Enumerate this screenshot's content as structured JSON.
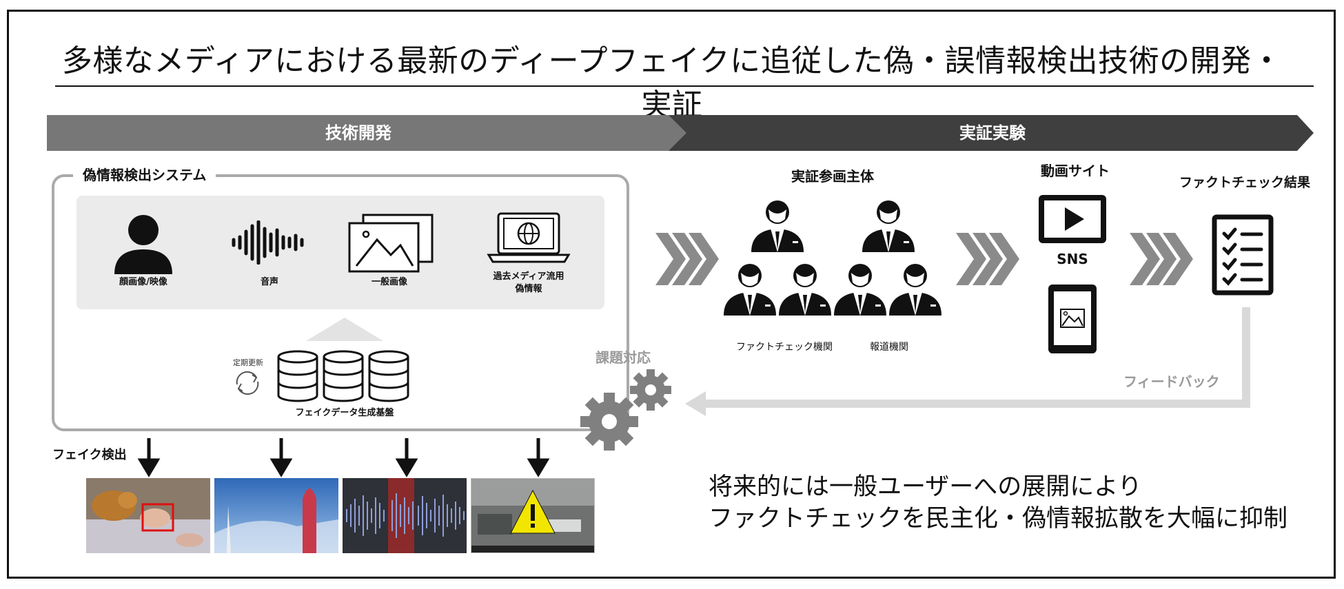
{
  "title": "多様なメディアにおける最新のディープフェイクに追従した偽・誤情報検出技術の開発・実証",
  "phases": {
    "development_label": "技術開発",
    "demonstration_label": "実証実験"
  },
  "detection_system": {
    "label": "偽情報検出システム",
    "media": [
      {
        "label": "顔画像/映像",
        "icon": "person-icon"
      },
      {
        "label": "音声",
        "icon": "waveform-icon"
      },
      {
        "label": "一般画像",
        "icon": "image-icon"
      },
      {
        "label_line1": "過去メディア流用",
        "label_line2": "偽情報",
        "icon": "laptop-globe-icon"
      }
    ],
    "periodic_update_label": "定期更新",
    "database_label": "フェイクデータ生成基盤"
  },
  "fake_detection_label": "フェイク検出",
  "participants": {
    "title": "実証参画主体",
    "factcheck_orgs_label": "ファクトチェック機関",
    "news_orgs_label": "報道機関"
  },
  "video_sites": {
    "title": "動画サイト",
    "sns_label": "SNS"
  },
  "factcheck_results_label": "ファクトチェック結果",
  "feedback_label": "フィードバック",
  "issue_response_label": "課題対応",
  "conclusion": {
    "line1": "将来的には一般ユーザーへの展開により",
    "line2": "ファクトチェックを民主化・偽情報拡散を大幅に抑制"
  },
  "colors": {
    "development_band": "#777777",
    "demonstration_band": "#3f3f3f",
    "chevron": "#8a8a8a",
    "feedback_arrow": "#d9d9d9",
    "gear": "#808080",
    "warning": "#f2e600"
  }
}
